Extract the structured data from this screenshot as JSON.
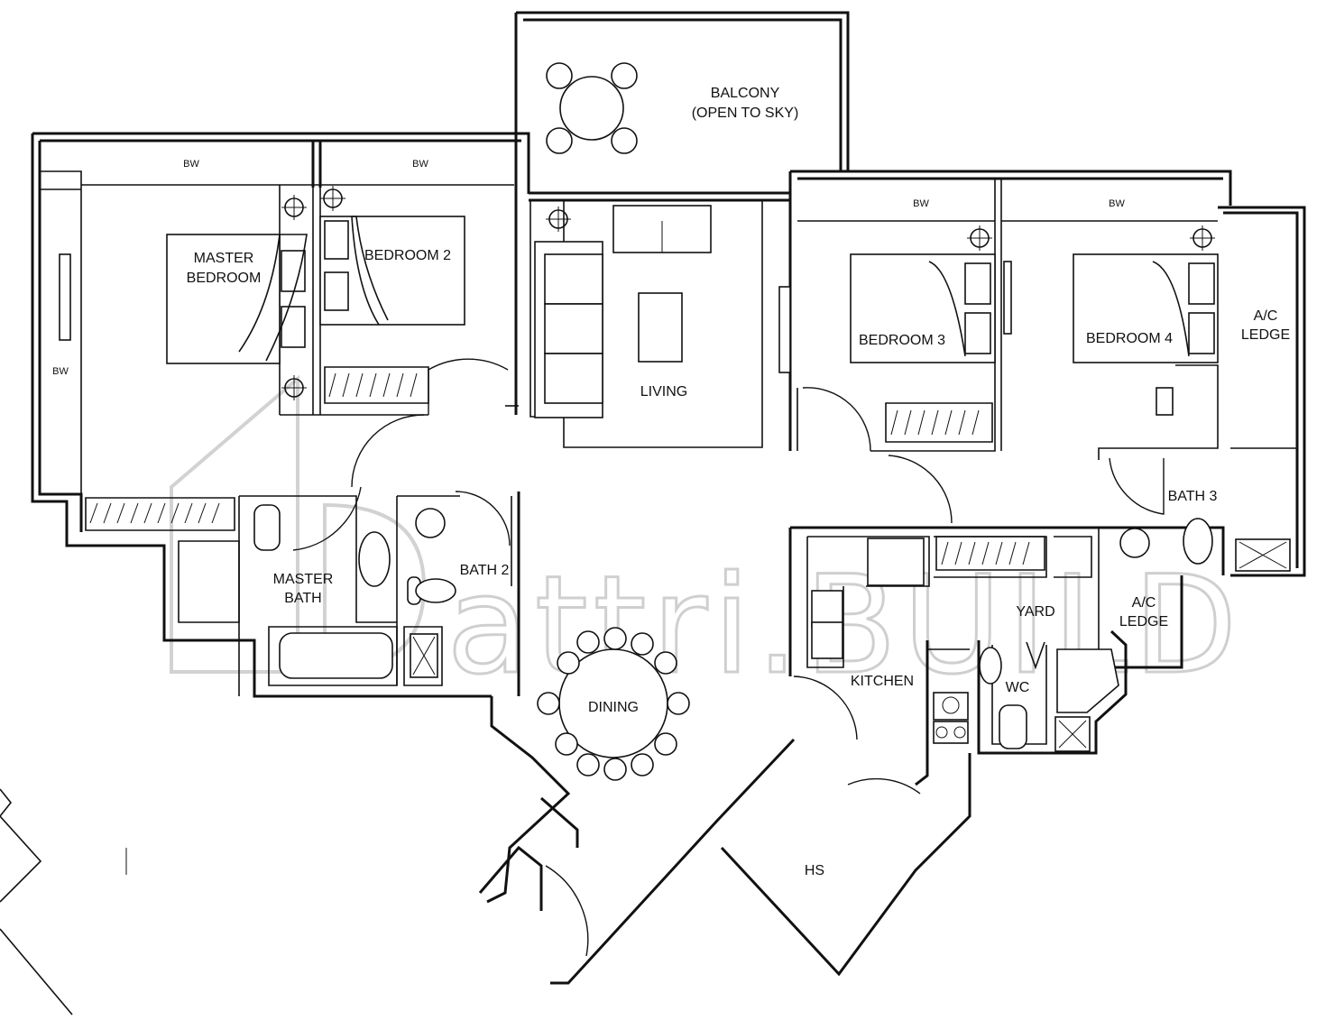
{
  "plan": {
    "rooms": {
      "balcony": [
        "BALCONY",
        "(OPEN TO SKY)"
      ],
      "master_bedroom": [
        "MASTER",
        "BEDROOM"
      ],
      "bedroom2": "BEDROOM 2",
      "living": "LIVING",
      "bedroom3": "BEDROOM 3",
      "bedroom4": "BEDROOM 4",
      "ac_ledge_top": [
        "A/C",
        "LEDGE"
      ],
      "master_bath": [
        "MASTER",
        "BATH"
      ],
      "bath2": "BATH 2",
      "bath3": "BATH 3",
      "yard": "YARD",
      "ac_ledge_bottom": [
        "A/C",
        "LEDGE"
      ],
      "kitchen": "KITCHEN",
      "wc": "WC",
      "dining": "DINING",
      "hs": "HS"
    },
    "bw_label": "BW",
    "watermark": "attri.BUILD"
  }
}
